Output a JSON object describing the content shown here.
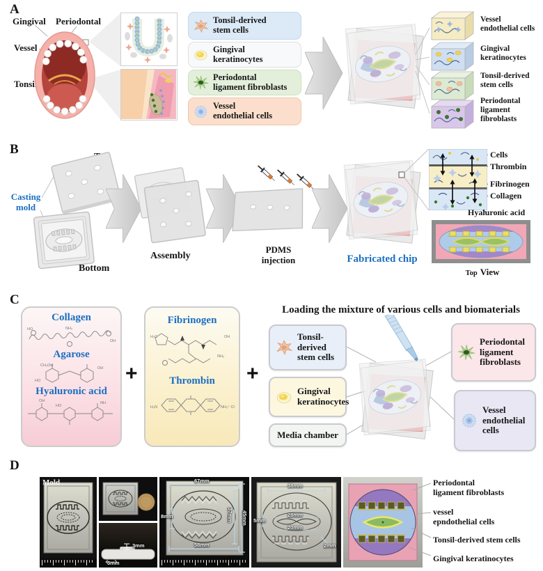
{
  "panel_a": {
    "letter": "A",
    "anatomy": {
      "gingival": "Gingival",
      "periodontal": "Periodontal",
      "vessel": "Vessel",
      "tonsil": "Tonsil"
    },
    "legend": [
      {
        "lines": [
          "Tonsil-derived",
          "stem cells"
        ]
      },
      {
        "lines": [
          "Gingival",
          "keratinocytes"
        ]
      },
      {
        "lines": [
          "Periodontal",
          "ligament fibroblasts"
        ]
      },
      {
        "lines": [
          "Vessel",
          "endothelial cells"
        ]
      }
    ],
    "zoom_labels": [
      {
        "lines": [
          "Vessel",
          "endothelial cells"
        ]
      },
      {
        "lines": [
          "Gingival",
          "keratinocytes"
        ]
      },
      {
        "lines": [
          "Tonsil-derived",
          "stem cells"
        ]
      },
      {
        "lines": [
          "Periodontal",
          "ligament",
          "fibroblasts"
        ]
      }
    ]
  },
  "panel_b": {
    "letter": "B",
    "top_label": "Top",
    "bottom_label": "Bottom",
    "casting_mold": {
      "lines": [
        "Casting",
        "mold"
      ]
    },
    "assembly": "Assembly",
    "pdms": {
      "lines": [
        "PDMS",
        "injection"
      ]
    },
    "fabricated_chip": "Fabricated chip",
    "layers": [
      "Cells",
      "Thrombin",
      "Fibrinogen",
      "Collagen",
      "Hyaluronic acid"
    ],
    "top_view": [
      "Top",
      "View"
    ]
  },
  "panel_c": {
    "letter": "C",
    "materials": [
      "Collagen",
      "Agarose",
      "Hyaluronic acid"
    ],
    "material_atoms": {
      "collagen": [
        "HO",
        "NH₂",
        "OH"
      ],
      "agarose": [
        "CH₂OH",
        "HO",
        "OH"
      ],
      "hyaluronic": [
        "OH",
        "HO",
        "NH"
      ]
    },
    "clotting": [
      "Fibrinogen",
      "Thrombin"
    ],
    "clotting_atoms": {
      "fibrinogen": [
        "H₂C",
        "OH",
        "NH₂"
      ],
      "thrombin": [
        "H₂N",
        "NH₂⁺ Cl⁻"
      ]
    },
    "plus": "+",
    "title": "Loading the mixture of various cells and biomaterials",
    "left_boxes": [
      {
        "lines": [
          "Tonsil-",
          "derived",
          "stem cells"
        ]
      },
      {
        "lines": [
          "Gingival",
          "keratinocytes"
        ]
      },
      {
        "lines": [
          "Media chamber"
        ]
      }
    ],
    "right_boxes": [
      {
        "lines": [
          "Periodontal",
          "ligament",
          "fibroblasts"
        ]
      },
      {
        "lines": [
          "Vessel",
          "endothelial",
          "cells"
        ]
      }
    ]
  },
  "panel_d": {
    "letter": "D",
    "mold_label": "Mold",
    "side_view_dims": {
      "thickness": "3mm",
      "width": "5mm"
    },
    "chip_dims": {
      "top": "67mm",
      "left": "8mm",
      "bottom": "58mm",
      "right_inner": "37mm",
      "right_outer": "45mm"
    },
    "pattern_dims": {
      "top": "38mm",
      "middle": "28mm",
      "lower": "20mm",
      "right": "2mm",
      "left": "5mm"
    },
    "annotations": [
      {
        "lines": [
          "Periodontal",
          "ligament fibroblasts"
        ]
      },
      {
        "lines": [
          "vessel",
          "epndothelial cells"
        ]
      },
      {
        "lines": [
          "Tonsil-derived stem cells"
        ]
      },
      {
        "lines": [
          "Gingival keratinocytes"
        ]
      }
    ]
  },
  "colors": {
    "accent_blue": "#1b6ec2",
    "legend_blue": "#dce9f6",
    "legend_white": "#f7f9fa",
    "legend_green": "#e3efdb",
    "legend_orange": "#fbdfcc",
    "box_pink": "#fbe6ea",
    "box_lavender": "#e9e7f3",
    "box_yellow": "#fdf7e0",
    "box_gray": "#f3f5f2",
    "chip_pink": "#f0a3a3",
    "cube_yellow": "#f6ecc3",
    "cube_blue": "#cfdff1",
    "cube_green": "#dcead3",
    "cube_purple": "#d9c7ea",
    "topview_pink": "#f2a7b6",
    "topview_blue": "#aecbea",
    "topview_purple": "#a287cc",
    "topview_green": "#9cc162"
  }
}
